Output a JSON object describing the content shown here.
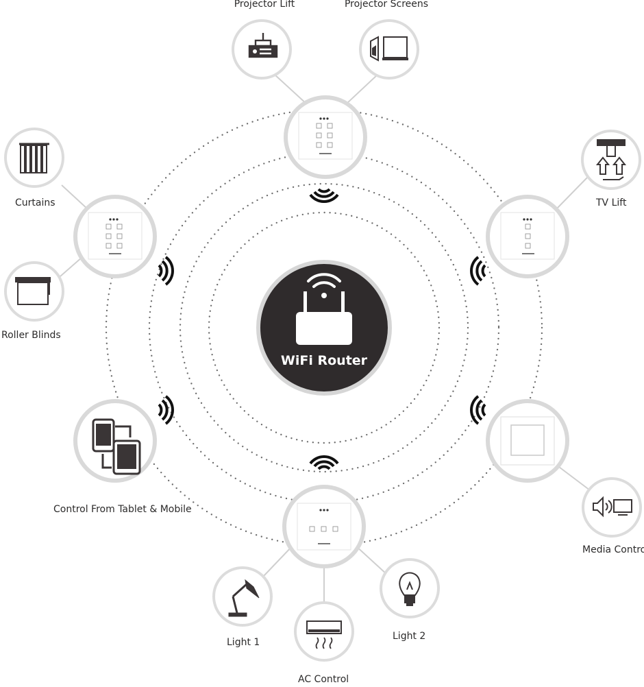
{
  "hub": {
    "label": "WiFi Router"
  },
  "nodes": {
    "projector_lift": "Projector Lift",
    "projector_screens": "Projector Screens",
    "curtains": "Curtains",
    "roller_blinds": "Roller Blinds",
    "tv_lift": "TV Lift",
    "tablet_mobile": "Control From Tablet & Mobile",
    "media_control": "Media Control",
    "light_1": "Light 1",
    "light_2": "Light 2",
    "ac_control": "AC Control"
  },
  "colors": {
    "hub_fill": "#2f2b2c",
    "ring_grey": "#d9d9d9",
    "icon_dark": "#3a3536",
    "dots": "#6e6e6e",
    "label_text": "#2b2a2a"
  },
  "icons": {
    "hub": "router-icon",
    "projector_lift": "projector-lift-icon",
    "projector_screens": "projector-screen-icon",
    "curtains": "curtains-icon",
    "roller_blinds": "roller-blind-icon",
    "tv_lift": "tv-lift-icon",
    "tablet_mobile": "tablet-mobile-icon",
    "media_control": "speaker-tv-icon",
    "light_1": "desk-lamp-icon",
    "light_2": "light-bulb-icon",
    "ac_control": "air-conditioner-icon"
  }
}
